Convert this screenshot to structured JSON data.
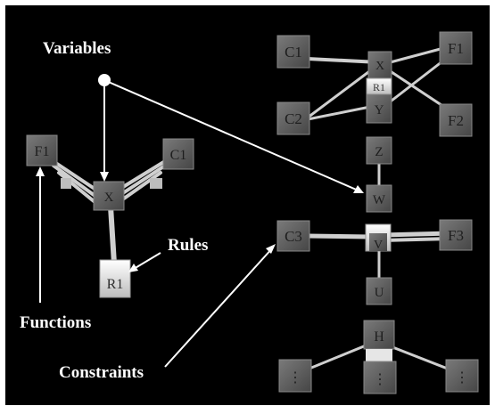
{
  "annotations": {
    "variables": "Variables",
    "rules": "Rules",
    "functions": "Functions",
    "constraints": "Constraints"
  },
  "nodes": {
    "c1_top": "C1",
    "f1_top": "F1",
    "x_top": "X",
    "r1_top": "R1",
    "c2": "C2",
    "y": "Y",
    "f2": "F2",
    "z": "Z",
    "w": "W",
    "f1_left": "F1",
    "c1_left": "C1",
    "x_left": "X",
    "r1_left": "R1",
    "c3": "C3",
    "v": "V",
    "f3": "F3",
    "u": "U",
    "h": "H",
    "dots_1": "⋮",
    "dots_2": "⋮",
    "dots_3": "⋮"
  },
  "colors": {
    "background": "#000000",
    "frame": "#ffffff",
    "node_dark": "#5c5c5c",
    "node_light": "#e8e8e8",
    "edge": "#d0d0d0",
    "annotation_text": "#ffffff"
  }
}
